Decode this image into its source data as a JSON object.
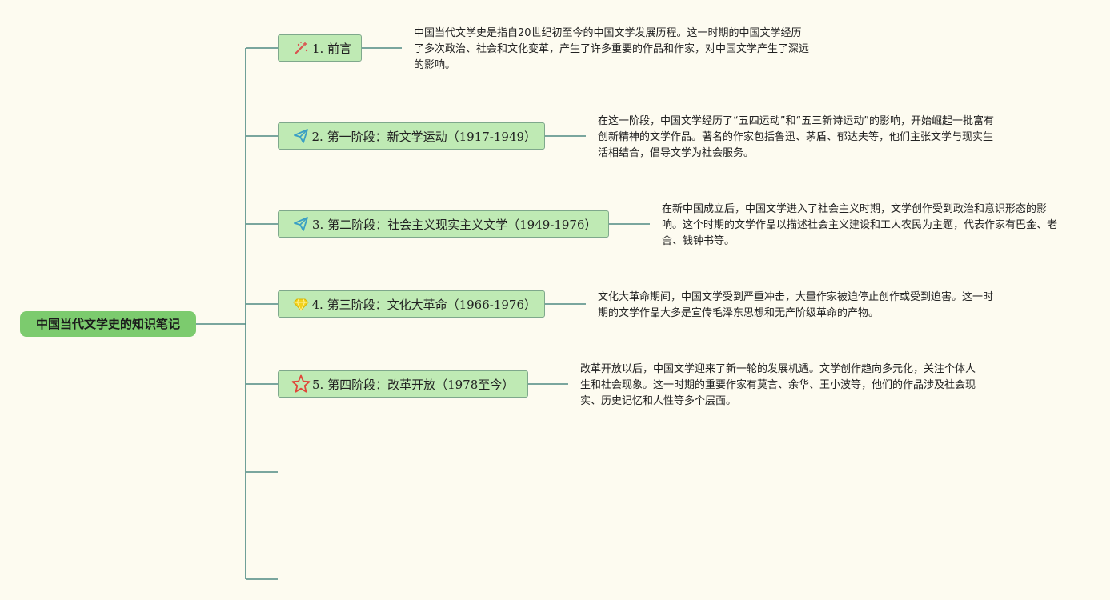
{
  "root": {
    "title": "中国当代文学史的知识笔记"
  },
  "topics": [
    {
      "icon": "magic-wand-icon",
      "title": "1. 前言",
      "description": "中国当代文学史是指自20世纪初至今的中国文学发展历程。这一时期的中国文学经历了多次政治、社会和文化变革，产生了许多重要的作品和作家，对中国文学产生了深远的影响。"
    },
    {
      "icon": "paper-plane-icon",
      "title": "2. 第一阶段：新文学运动（1917-1949）",
      "description": "在这一阶段，中国文学经历了“五四运动”和“五三新诗运动”的影响，开始崛起一批富有创新精神的文学作品。著名的作家包括鲁迅、茅盾、郁达夫等，他们主张文学与现实生活相结合，倡导文学为社会服务。"
    },
    {
      "icon": "paper-plane-icon",
      "title": "3. 第二阶段：社会主义现实主义文学（1949-1976）",
      "description": "在新中国成立后，中国文学进入了社会主义时期，文学创作受到政治和意识形态的影响。这个时期的文学作品以描述社会主义建设和工人农民为主题，代表作家有巴金、老舍、钱钟书等。"
    },
    {
      "icon": "diamond-icon",
      "title": "4. 第三阶段：文化大革命（1966-1976）",
      "description": "文化大革命期间，中国文学受到严重冲击，大量作家被迫停止创作或受到迫害。这一时期的文学作品大多是宣传毛泽东思想和无产阶级革命的产物。"
    },
    {
      "icon": "star-icon",
      "title": "5. 第四阶段：改革开放（1978至今）",
      "description": "改革开放以后，中国文学迎来了新一轮的发展机遇。文学创作趋向多元化，关注个体人生和社会现象。这一时期的重要作家有莫言、余华、王小波等，他们的作品涉及社会现实、历史记忆和人性等多个层面。"
    }
  ],
  "colors": {
    "background": "#fdfbf0",
    "root_fill": "#7ccb6e",
    "topic_fill": "#bfeab4",
    "topic_border": "#7fa88c",
    "connector": "#4e8a82",
    "wand_icon": "#d9534f",
    "plane_icon": "#3a9fc4",
    "diamond_icon": "#f2d21b",
    "star_icon": "#e0473a"
  }
}
